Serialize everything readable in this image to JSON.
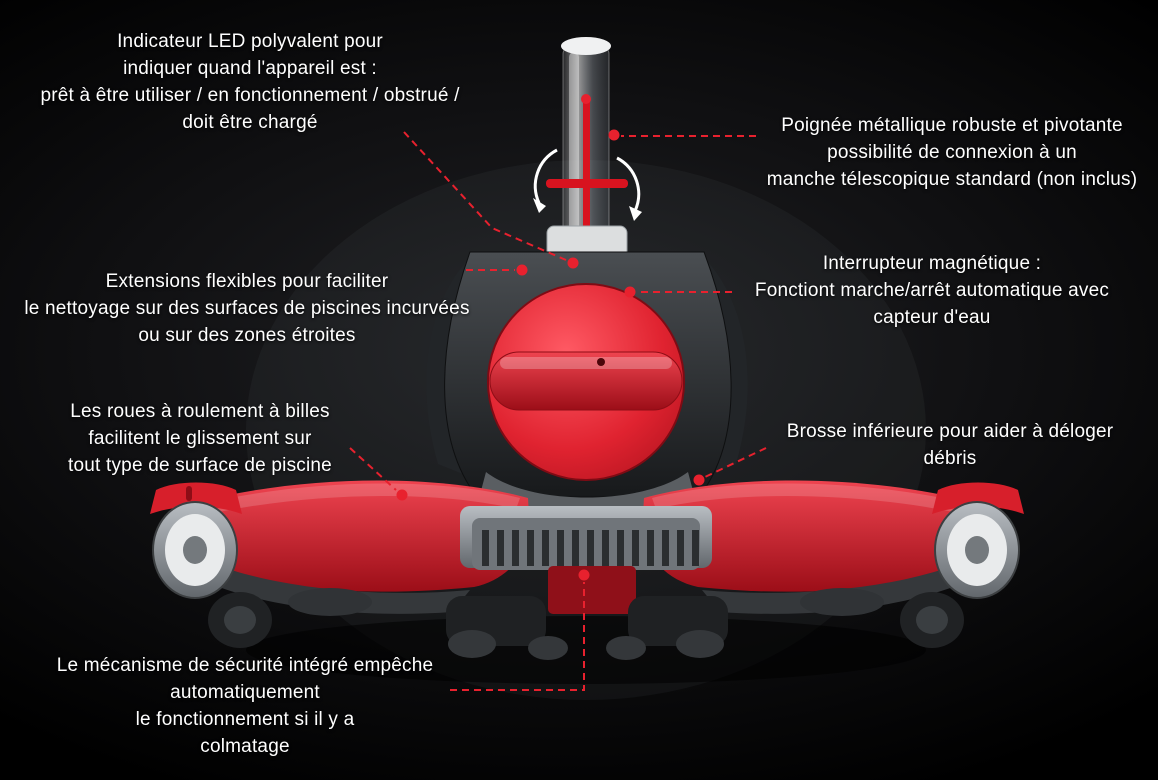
{
  "colors": {
    "text_color": "#ffffff",
    "accent_red": "#e8212e",
    "product_red": "#d8202c",
    "product_dark_red": "#8f1019",
    "product_gray": "#5a5e62",
    "background": "#000000"
  },
  "subject": "Robot nettoyeur de piscine (vue de face) avec annotations",
  "annotations": {
    "led": {
      "target": "indicateur-led",
      "lines": [
        "Indicateur LED polyvalent pour",
        "indiquer quand l'appareil est :",
        "prêt à être utiliser / en fonctionnement / obstrué /",
        "doit être chargé"
      ]
    },
    "handle": {
      "target": "poignee",
      "lines": [
        "Poignée métallique robuste et pivotante",
        "possibilité de connexion à un",
        "manche télescopique standard (non inclus)"
      ]
    },
    "extensions": {
      "target": "extensions-flexibles",
      "lines": [
        "Extensions flexibles pour faciliter",
        "le nettoyage sur des surfaces de piscines incurvées",
        "ou sur des zones étroites"
      ]
    },
    "switch": {
      "target": "interrupteur-magnetique",
      "lines": [
        "Interrupteur magnétique :",
        "Fonctiont marche/arrêt automatique avec",
        "capteur d'eau"
      ]
    },
    "wheels": {
      "target": "roues",
      "lines": [
        "Les roues à roulement à billes",
        "facilitent le glissement  sur",
        "tout type de surface de piscine"
      ]
    },
    "brush": {
      "target": "brosse-inferieure",
      "lines": [
        "Brosse inférieure pour aider à déloger",
        "débris"
      ]
    },
    "safety": {
      "target": "mecanisme-de-securite",
      "lines": [
        "Le mécanisme de sécurité intégré empêche",
        "automatiquement",
        "le fonctionnement si il y a",
        "colmatage"
      ]
    }
  }
}
